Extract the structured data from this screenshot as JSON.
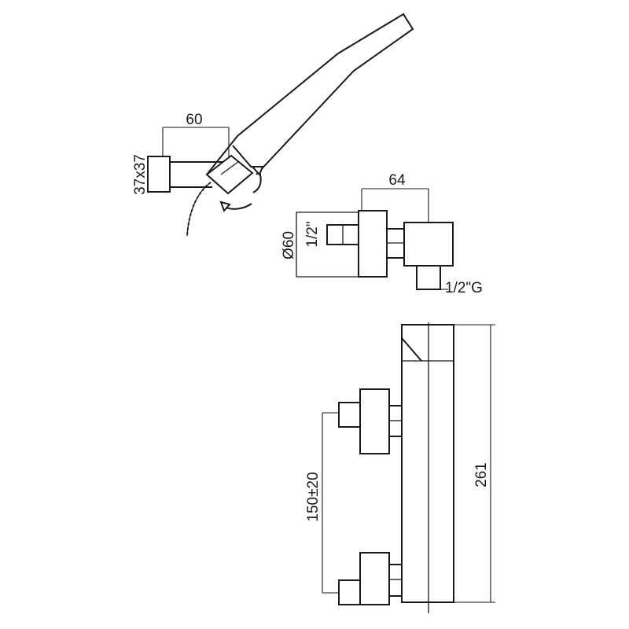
{
  "dimensions": {
    "holder_width": "60",
    "holder_section": "37x37",
    "connector_width": "64",
    "connector_diameter": "Ø60",
    "connector_thread": "1/2\"",
    "outlet_thread": "1/2\"G",
    "inlet_spacing": "150±20",
    "body_length": "261"
  }
}
